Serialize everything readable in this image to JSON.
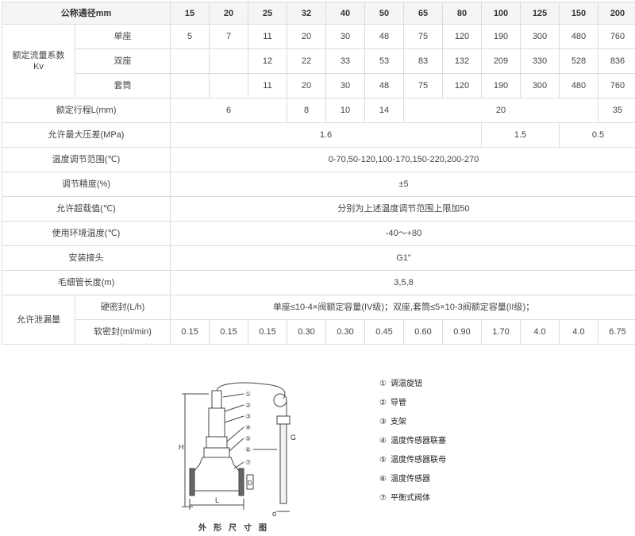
{
  "table": {
    "header": {
      "label": "公称通径mm",
      "sizes": [
        "15",
        "20",
        "25",
        "32",
        "40",
        "50",
        "65",
        "80",
        "100",
        "125",
        "150",
        "200"
      ]
    },
    "kv": {
      "group_label": "额定流量系数Kv",
      "rows": [
        {
          "label": "单座",
          "values": [
            "5",
            "7",
            "11",
            "20",
            "30",
            "48",
            "75",
            "120",
            "190",
            "300",
            "480",
            "760"
          ]
        },
        {
          "label": "双座",
          "values": [
            "",
            "",
            "12",
            "22",
            "33",
            "53",
            "83",
            "132",
            "209",
            "330",
            "528",
            "836"
          ]
        },
        {
          "label": "套筒",
          "values": [
            "",
            "",
            "11",
            "20",
            "30",
            "48",
            "75",
            "120",
            "190",
            "300",
            "480",
            "760"
          ]
        }
      ]
    },
    "stroke": {
      "label": "额定行程L(mm)",
      "values": [
        "6",
        "8",
        "10",
        "14",
        "20",
        "35"
      ]
    },
    "pressure": {
      "label": "允许最大压差(MPa)",
      "values": [
        "1.6",
        "1.5",
        "0.5"
      ]
    },
    "temp_range": {
      "label": "温度调节范围(℃)",
      "value": "0-70,50-120,100-170,150-220,200-270"
    },
    "accuracy": {
      "label": "调节精度(%)",
      "value": "±5"
    },
    "overload": {
      "label": "允许超载值(℃)",
      "value": "分别为上述温度调节范围上限加50"
    },
    "ambient": {
      "label": "使用环境温度(℃)",
      "value": "-40～+80"
    },
    "connection": {
      "label": "安装接头",
      "value": "G1\""
    },
    "capillary": {
      "label": "毛细管长度(m)",
      "value": "3,5,8"
    },
    "leakage": {
      "group_label": "允许泄漏量",
      "hard": {
        "label": "硬密封(L/h)",
        "value": "单座≤10-4×阀额定容量(IV级)；双座,套筒≤5×10-3阀额定容量(II级)；"
      },
      "soft": {
        "label": "软密封(ml/min)",
        "values": [
          "0.15",
          "0.15",
          "0.15",
          "0.30",
          "0.30",
          "0.45",
          "0.60",
          "0.90",
          "1.70",
          "4.0",
          "4.0",
          "6.75"
        ]
      }
    }
  },
  "diagram": {
    "caption": "外形尺寸图",
    "dims": {
      "H": "H",
      "L": "L",
      "D": "D",
      "G": "G",
      "d": "d"
    },
    "callouts": [
      "①",
      "②",
      "③",
      "④",
      "⑤",
      "⑥",
      "⑦"
    ],
    "legend": [
      {
        "num": "①",
        "text": "调温旋钮"
      },
      {
        "num": "②",
        "text": "导管"
      },
      {
        "num": "③",
        "text": "支架"
      },
      {
        "num": "④",
        "text": "温度传感器联塞"
      },
      {
        "num": "⑤",
        "text": "温度传感器联母"
      },
      {
        "num": "⑥",
        "text": "温度传感器"
      },
      {
        "num": "⑦",
        "text": "平衡式阀体"
      }
    ]
  }
}
